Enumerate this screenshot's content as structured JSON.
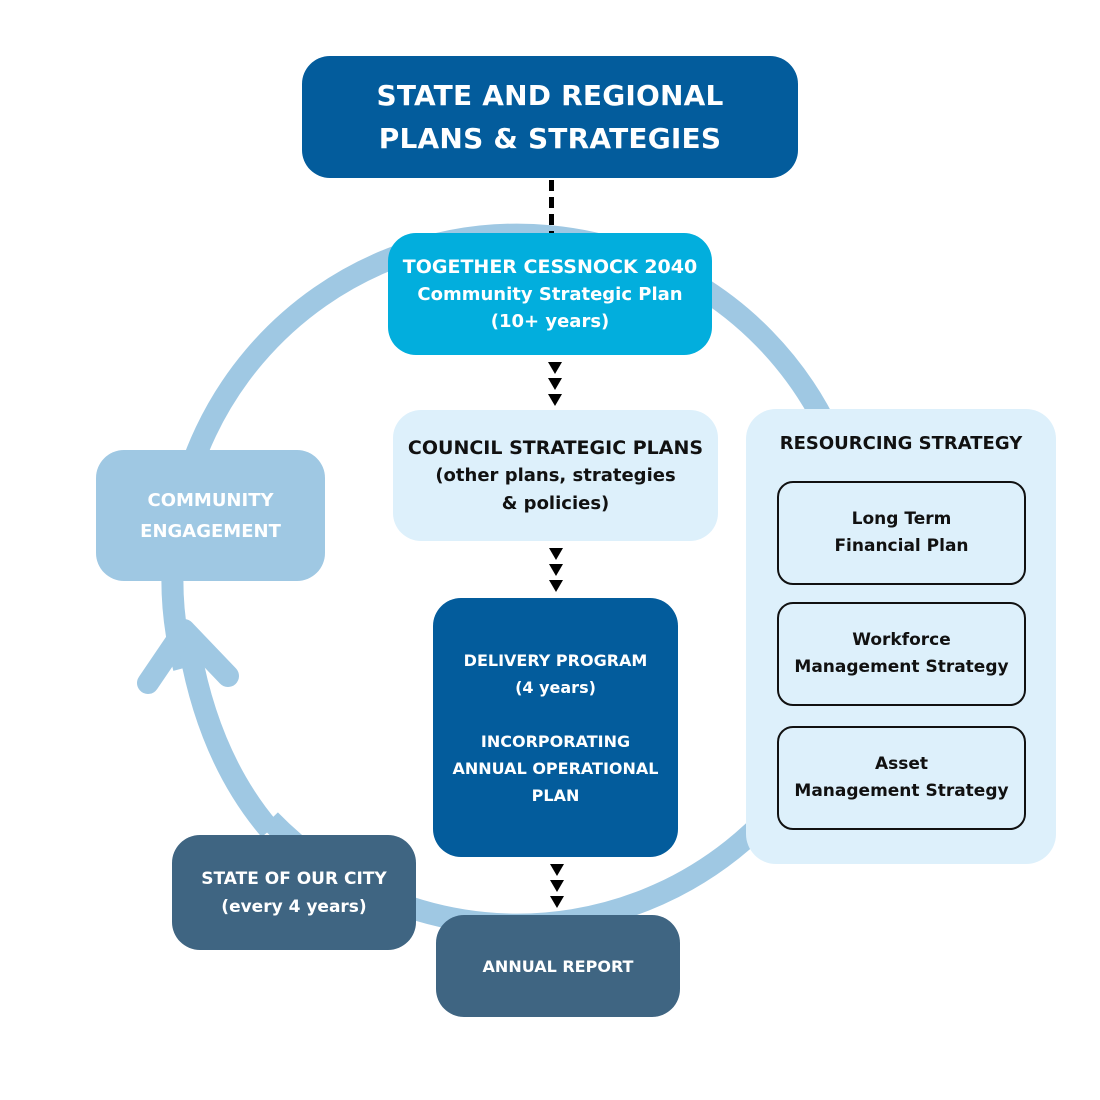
{
  "diagram": {
    "colors": {
      "dark_blue": "#035c9c",
      "cyan": "#02aedd",
      "pale_blue": "#ddf0fb",
      "light_blue": "#9fc8e3",
      "slate": "#3f6582",
      "cycle_arrow": "#9fc8e3"
    },
    "state_regional": {
      "line1": "STATE AND REGIONAL",
      "line2": "PLANS & STRATEGIES"
    },
    "community_strategic_plan": {
      "title": "TOGETHER CESSNOCK 2040",
      "subtitle": "Community Strategic Plan",
      "duration": "(10+ years)"
    },
    "council_strategic_plans": {
      "title": "COUNCIL STRATEGIC PLANS",
      "line2": "(other plans, strategies",
      "line3": "& policies)"
    },
    "delivery_program": {
      "title": "DELIVERY PROGRAM",
      "duration": "(4 years)",
      "line3": "INCORPORATING",
      "line4": "ANNUAL OPERATIONAL",
      "line5": "PLAN"
    },
    "community_engagement": {
      "line1": "COMMUNITY",
      "line2": "ENGAGEMENT"
    },
    "state_of_our_city": {
      "line1": "STATE OF OUR CITY",
      "line2": "(every 4 years)"
    },
    "annual_report": {
      "label": "ANNUAL REPORT"
    },
    "resourcing_strategy": {
      "title": "RESOURCING STRATEGY",
      "items": [
        {
          "line1": "Long Term",
          "line2": "Financial Plan"
        },
        {
          "line1": "Workforce",
          "line2": "Management Strategy"
        },
        {
          "line1": "Asset",
          "line2": "Management Strategy"
        }
      ]
    }
  }
}
